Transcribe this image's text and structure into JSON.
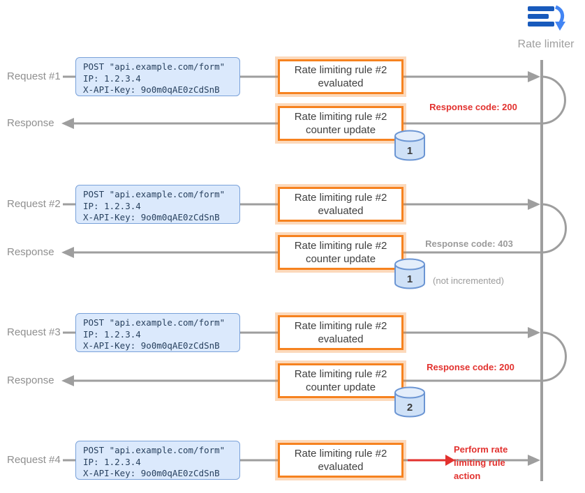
{
  "header": {
    "actor_label": "Rate limiter"
  },
  "lanes": {
    "request1": "Request #1",
    "response1": "Response",
    "request2": "Request #2",
    "response2": "Response",
    "request3": "Request #3",
    "response3": "Response",
    "request4": "Request #4"
  },
  "request_card": {
    "line1": "POST \"api.example.com/form\"",
    "line2": "IP: 1.2.3.4",
    "line3": "X-API-Key: 9o0m0qAE0zCdSnB"
  },
  "steps": {
    "evaluated": {
      "line1": "Rate limiting rule #2",
      "line2": "evaluated"
    },
    "counter": {
      "line1": "Rate limiting rule #2",
      "line2": "counter update"
    }
  },
  "counters": {
    "first": "1",
    "second": "1",
    "third": "2"
  },
  "annotations": {
    "response1": "Response code: 200",
    "response2": "Response code: 403",
    "counter2_note": "(not incremented)",
    "response3": "Response code: 200",
    "action_line1": "Perform rate",
    "action_line2": "limiting rule action"
  },
  "colors": {
    "orange": "#f6821f",
    "blue_fill": "#dbe9fc",
    "blue_border": "#79a1d9",
    "red": "#e2312e",
    "gray_line": "#9e9e9e",
    "cylinder_fill": "#cfe1f7",
    "cylinder_stroke": "#6b95d3"
  }
}
